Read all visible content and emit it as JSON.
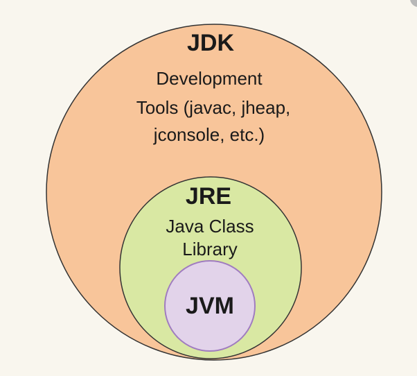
{
  "diagram": {
    "colors": {
      "background": "#f9f6ee",
      "jdk_fill": "#f8c59a",
      "jre_fill": "#d9e8a3",
      "jvm_fill": "#e2d3ea",
      "jvm_stroke": "#a07cc0",
      "outline": "#333333"
    },
    "jdk": {
      "title": "JDK",
      "lines": [
        "Development",
        "Tools (javac, jheap,",
        "jconsole, etc.)"
      ]
    },
    "jre": {
      "title": "JRE",
      "lines": [
        "Java Class",
        "Library"
      ]
    },
    "jvm": {
      "title": "JVM"
    }
  }
}
